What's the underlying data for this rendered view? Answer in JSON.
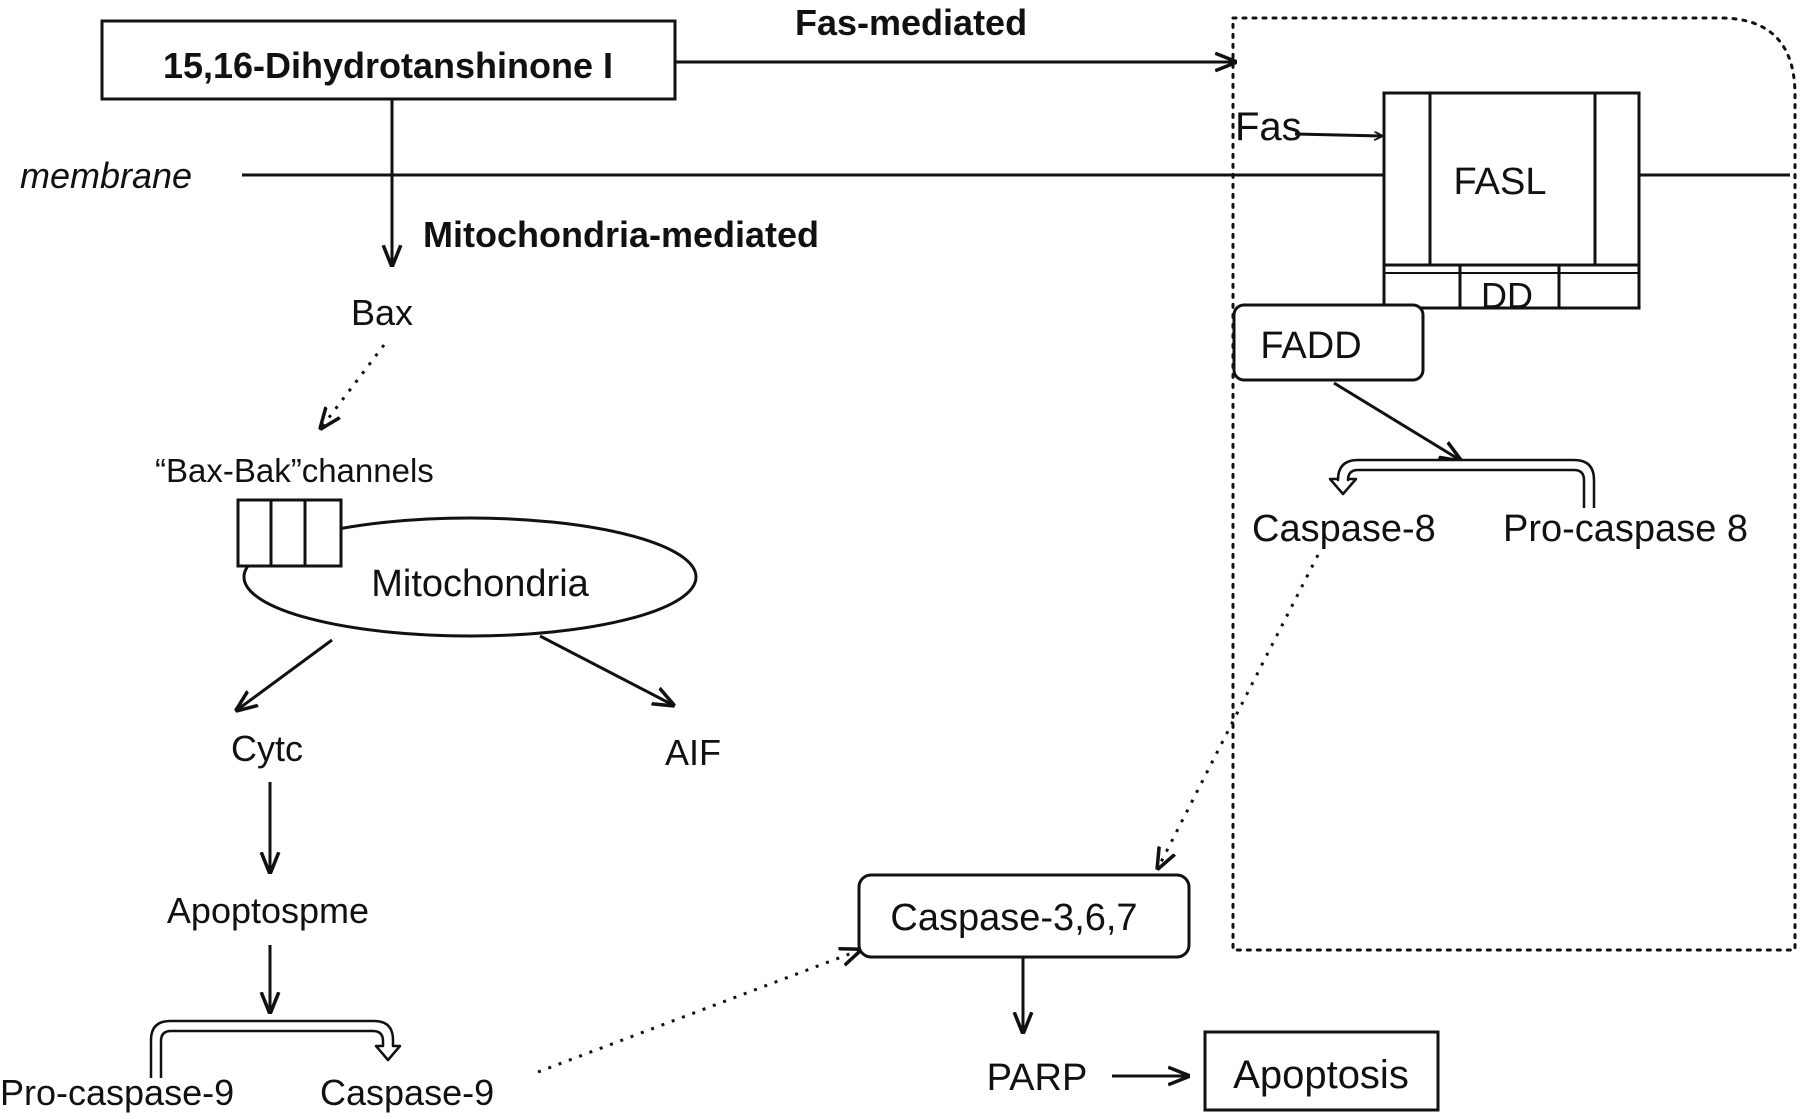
{
  "compound": "15,16-Dihydrotanshinone I",
  "pathways": {
    "fas": "Fas-mediated",
    "mito": "Mitochondria-mediated"
  },
  "membrane": "membrane",
  "mito_branch": {
    "bax": "Bax",
    "channels": "“Bax-Bak”channels",
    "mitochondria": "Mitochondria",
    "cytc": "Cytc",
    "aif": "AIF",
    "apoptosome": "Apoptospme",
    "pro_caspase9": "Pro-caspase-9",
    "caspase9": "Caspase-9"
  },
  "fas_branch": {
    "fas": "Fas",
    "fasl": "FASL",
    "dd": "DD",
    "fadd": "FADD",
    "caspase8": "Caspase-8",
    "pro_caspase8": "Pro-caspase 8"
  },
  "common": {
    "caspase367": "Caspase-3,6,7",
    "parp": "PARP",
    "apoptosis": "Apoptosis"
  }
}
